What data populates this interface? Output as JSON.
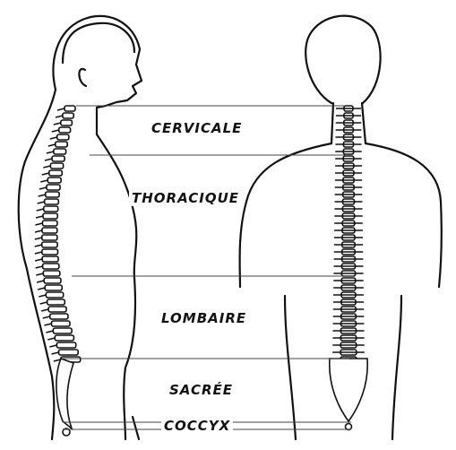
{
  "diagram": {
    "regions": [
      {
        "id": "cervicale",
        "label": "CERVICALE"
      },
      {
        "id": "thoracique",
        "label": "THORACIQUE"
      },
      {
        "id": "lombaire",
        "label": "LOMBAIRE"
      },
      {
        "id": "sacree",
        "label": "SACRÉE"
      },
      {
        "id": "coccyx",
        "label": "COCCYX"
      }
    ]
  }
}
